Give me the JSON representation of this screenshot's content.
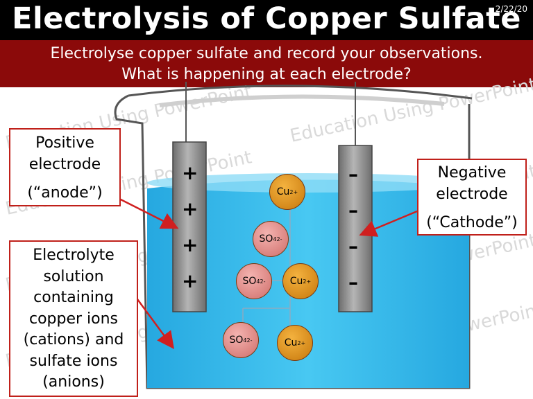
{
  "header": {
    "title": "Electrolysis of Copper Sulfate",
    "date": "2/22/20"
  },
  "banner": {
    "line1": "Electrolyse copper sulfate and record your observations.",
    "line2": "What is happening at each electrode?"
  },
  "labels": {
    "positive": {
      "line1": "Positive",
      "line2": "electrode",
      "line3": "(“anode”)"
    },
    "negative": {
      "line1": "Negative",
      "line2": "electrode",
      "line3": "(“Cathode”)"
    },
    "electrolyte": {
      "line1": "Electrolyte",
      "line2": "solution",
      "line3": "containing",
      "line4": "copper ions",
      "line5": "(cations) and",
      "line6": "sulfate ions",
      "line7": "(anions)"
    }
  },
  "anode": {
    "signs": [
      "+",
      "+",
      "+",
      "+"
    ]
  },
  "cathode": {
    "signs": [
      "–",
      "–",
      "–",
      "–"
    ]
  },
  "ions": {
    "cu": {
      "base": "Cu",
      "charge": "2+"
    },
    "so4": {
      "base": "SO",
      "sub": "4",
      "charge": "2-"
    }
  },
  "watermark": "Education Using PowerPoint",
  "colors": {
    "banner": "#8b0a0a",
    "solution": "#3ec0ee",
    "arrow": "#d01f1f",
    "electrode": "#8f8f8f"
  }
}
